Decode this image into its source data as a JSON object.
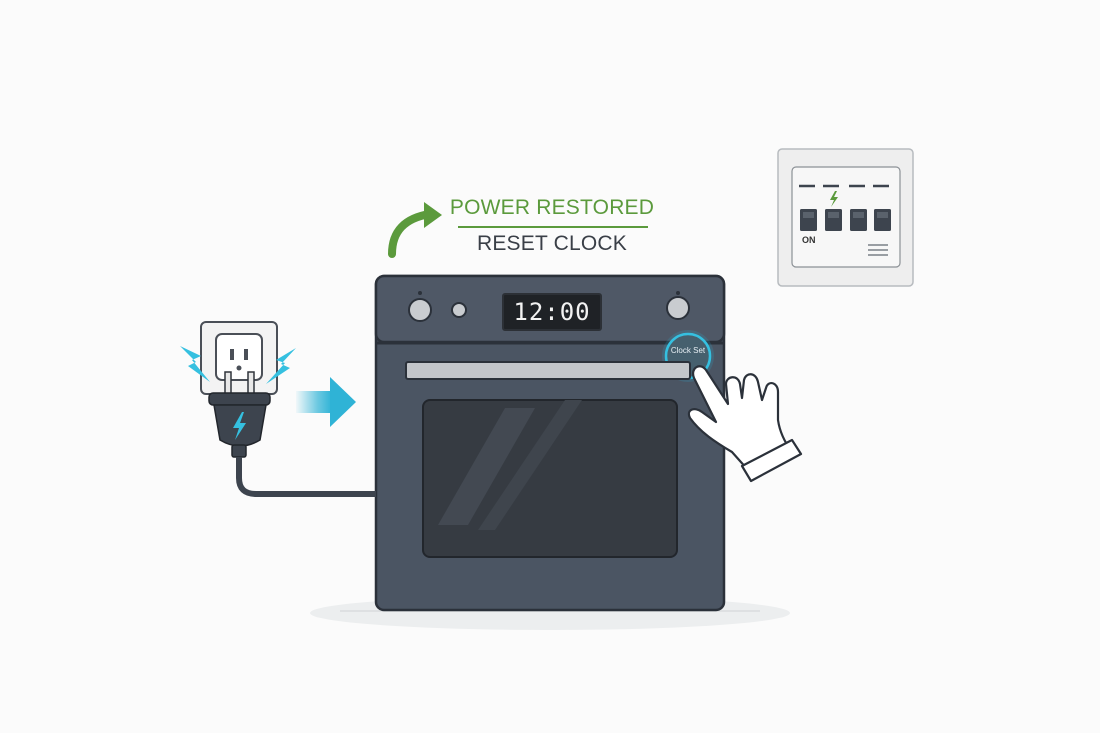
{
  "labels": {
    "power_restored": "POWER RESTORED",
    "reset_clock": "RESET CLOCK"
  },
  "oven": {
    "display_time": "12:00",
    "clock_button_text": "Clock Set"
  },
  "breaker_panel": {
    "on_label": "ON"
  },
  "colors": {
    "accent_green": "#5b9a3c",
    "oven_body": "#4b5563",
    "arrow_cyan": "#2fb3d6",
    "spark_cyan": "#35c0e0"
  }
}
